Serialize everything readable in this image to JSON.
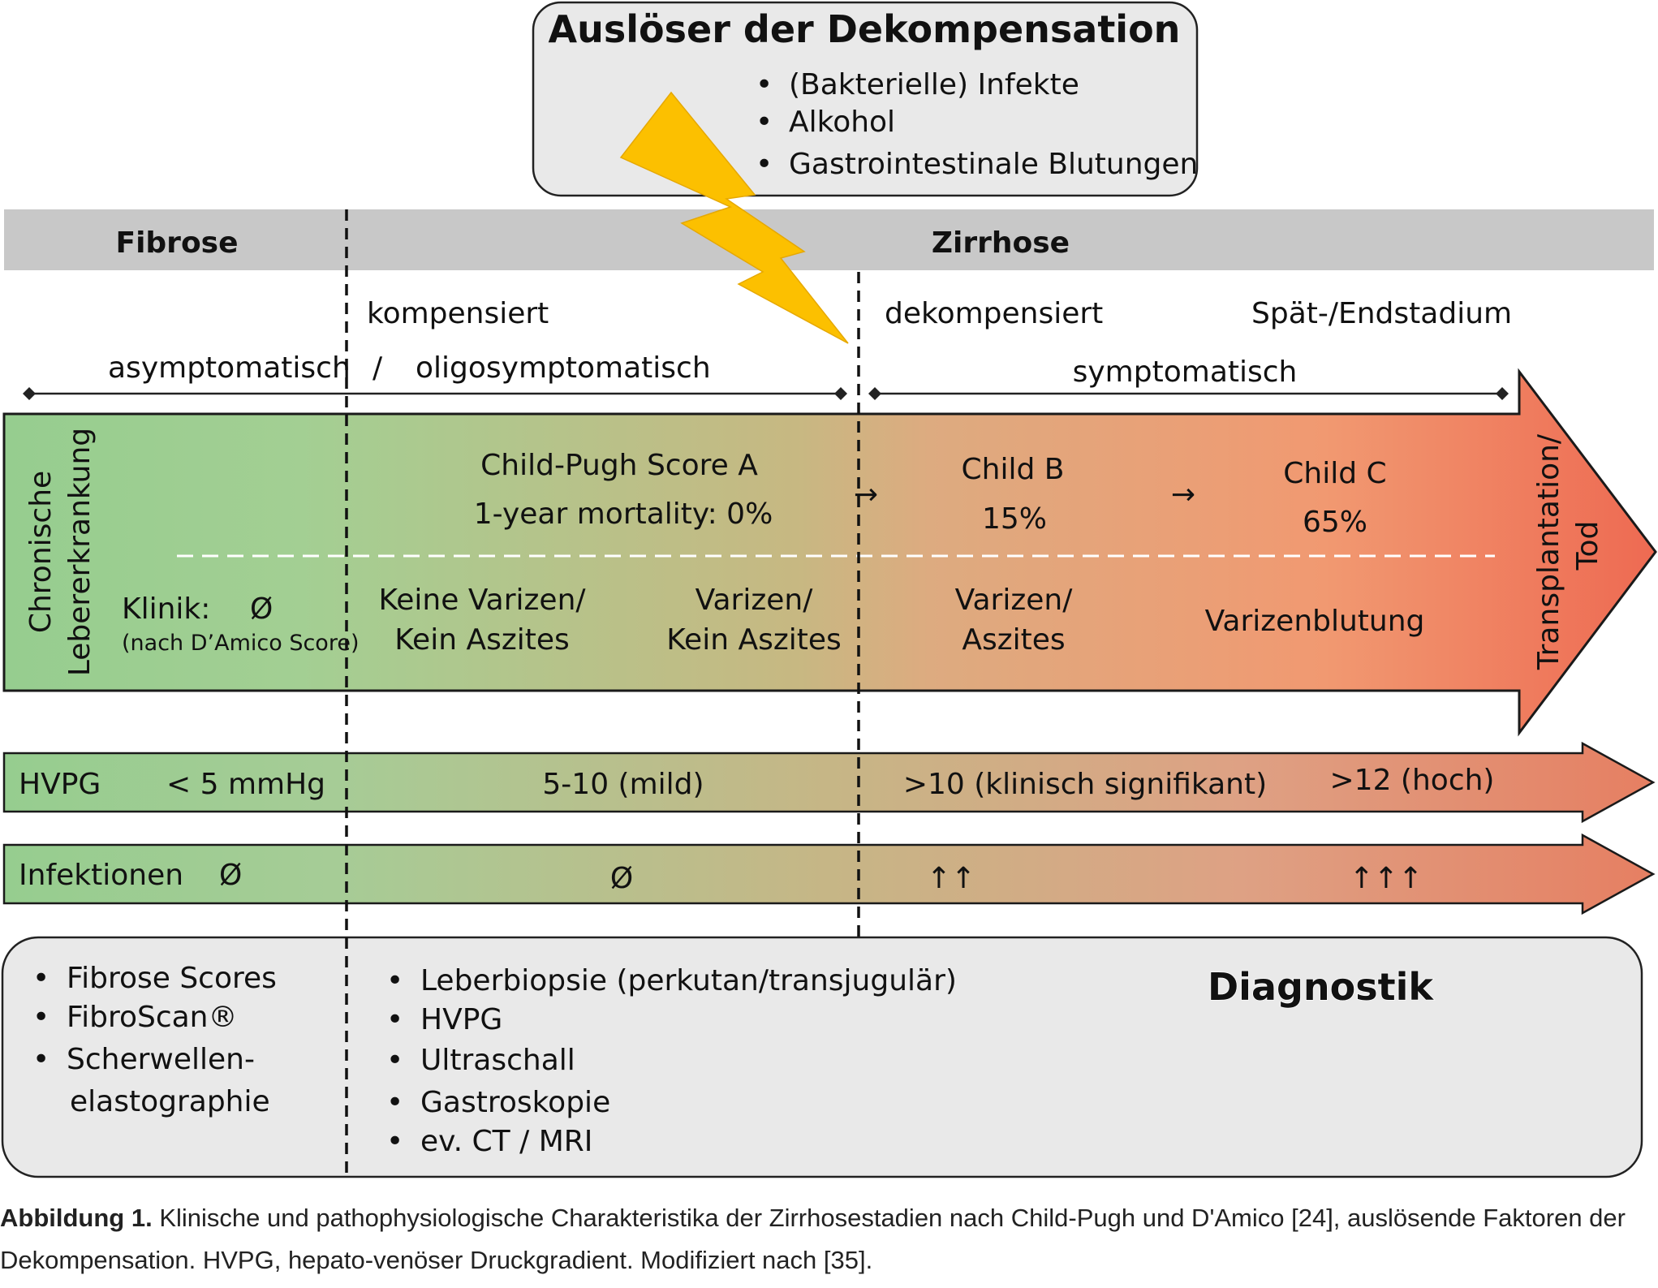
{
  "trigger_box": {
    "title": "Auslöser der Dekompensation",
    "items": [
      "(Bakterielle) Infekte",
      "Alkohol",
      "Gastrointestinale Blutungen"
    ]
  },
  "phase_bar": {
    "fibrose": "Fibrose",
    "zirrhose": "Zirrhose"
  },
  "stages": {
    "kompensiert": "kompensiert",
    "dekompensiert": "dekompensiert",
    "spaet": "Spät-/Endstadium",
    "asymptomatisch": "asymptomatisch",
    "slash": "/",
    "oligo": "oligosymptomatisch",
    "symptomatisch": "symptomatisch"
  },
  "main_arrow": {
    "side_label_1": "Chronische",
    "side_label_2": "Lebererkrankung",
    "child_a": "Child-Pugh Score A",
    "mort_a": "1-year mortality: 0%",
    "arrow_glyph": "→",
    "child_b": "Child B",
    "mort_b": "15%",
    "child_c": "Child C",
    "mort_c": "65%",
    "end_label_1": "Transplantation/",
    "end_label_2": "Tod",
    "klinik": "Klinik:",
    "klinik_value": "Ø",
    "klinik_sub": "(nach D’Amico Score)",
    "s1_line1": "Keine Varizen/",
    "s1_line2": "Kein Aszites",
    "s2_line1": "Varizen/",
    "s2_line2": "Kein Aszites",
    "s3_line1": "Varizen/",
    "s3_line2": "Aszites",
    "s4": "Varizenblutung"
  },
  "hvpg_arrow": {
    "label": "HVPG",
    "v1": "< 5 mmHg",
    "v2": "5-10 (mild)",
    "v3": ">10 (klinisch signifikant)",
    "v4": ">12 (hoch)"
  },
  "infection_arrow": {
    "label": "Infektionen",
    "v1": "Ø",
    "v2": "Ø",
    "v3": "↑↑",
    "v4": "↑↑↑"
  },
  "diagnostik": {
    "title": "Diagnostik",
    "left_items": [
      "Fibrose Scores",
      "FibroScan®",
      "Scherwellen-"
    ],
    "left_continuation": "elastographie",
    "right_items": [
      "Leberbiopsie (perkutan/transjugulär)",
      "HVPG",
      "Ultraschall",
      "Gastroskopie",
      "ev. CT / MRI"
    ],
    "bullet": "•"
  },
  "caption": {
    "label": "Abbildung 1.",
    "text": "Klinische und pathophysiologische Charakteristika der Zirrhosestadien nach Child-Pugh und D'Amico [24], auslösende Faktoren der Dekompensation. HVPG, hepato-venöser Druckgradient. Modifiziert nach [35]."
  },
  "colors": {
    "green": "#96cd8f",
    "khaki": "#c5b883",
    "orange": "#f0a070",
    "red": "#ee6a52",
    "lightning": "#fcc000",
    "gray_bar": "#c8c8c8",
    "box_fill": "#e9e9e9"
  }
}
